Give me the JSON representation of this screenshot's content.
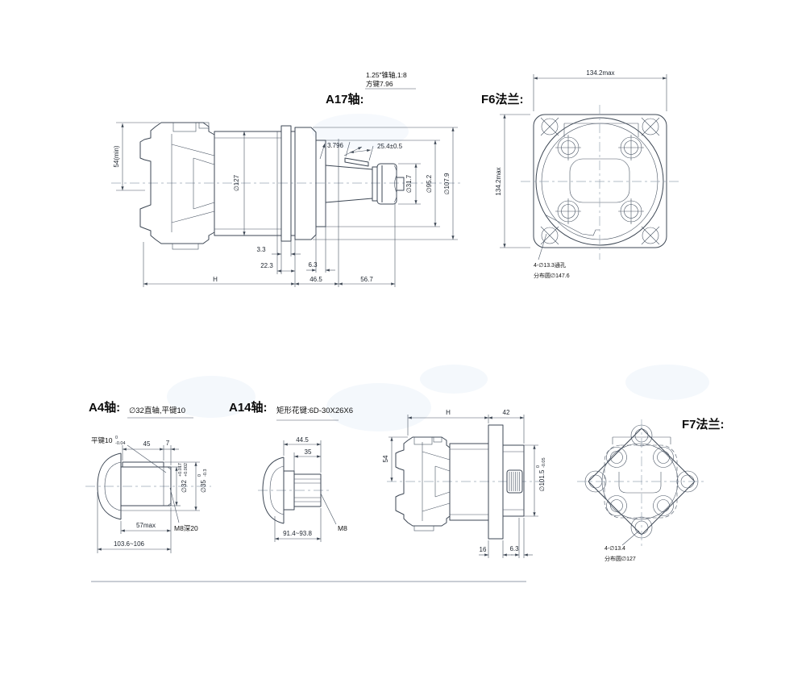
{
  "page": {
    "background": "#ffffff",
    "line_color": "#3d4754",
    "divider_color": "#c9cdd4"
  },
  "a17": {
    "title": "A17轴:",
    "taper_note_line1": "1.25″锥轴,1:8",
    "taper_note_line2": "方键7.96",
    "dim_housing_height": "54(min)",
    "dim_body_dia": "∅127",
    "dim_taper": "3.796",
    "dim_key_length": "25.4±0.5",
    "dim_nut_dia": "∅31.7",
    "dim_pilot_dia": "∅95.2",
    "dim_flange_dia": "∅107.9",
    "dim_3_3": "3.3",
    "dim_22_3": "22.3",
    "dim_6_3": "6.3",
    "dim_46_5": "46.5",
    "dim_56_7": "56.7",
    "dim_H": "H"
  },
  "f6": {
    "title": "F6法兰:",
    "dim_width": "134.2max",
    "dim_height": "134.2max",
    "hole_note_line1": "4-∅13.3通孔",
    "hole_note_line2": "分布圆∅147.6"
  },
  "a4": {
    "title": "A4轴:",
    "subtitle": "∅32直轴,平键10",
    "key_label": "平键10",
    "key_tol_upper": "0",
    "key_tol_lower": "-0.04",
    "dim_45": "45",
    "dim_7": "7",
    "dim_shaft_dia": "∅32",
    "shaft_tol_upper": "+0.017",
    "shaft_tol_lower": "+0.002",
    "dim_collar_dia": "∅35",
    "collar_tol_upper": "0",
    "collar_tol_lower": "-0.3",
    "dim_57": "57max",
    "thread_note": "M8深20",
    "dim_103": "103.6~106"
  },
  "a14": {
    "title": "A14轴:",
    "subtitle": "矩形花键:6D-30X26X6",
    "dim_44_5": "44.5",
    "dim_35": "35",
    "dim_91": "91.4~93.8",
    "thread_note": "M8"
  },
  "rear": {
    "dim_H": "H",
    "dim_42": "42",
    "dim_54": "54",
    "dim_pilot_dia": "∅101.5",
    "pilot_tol_upper": "0",
    "pilot_tol_lower": "-0.05",
    "dim_16": "16",
    "dim_6_3": "6.3"
  },
  "f7": {
    "title": "F7法兰:",
    "hole_note_line1": "4-∅13.4",
    "hole_note_line2": "分布圆∅127"
  }
}
